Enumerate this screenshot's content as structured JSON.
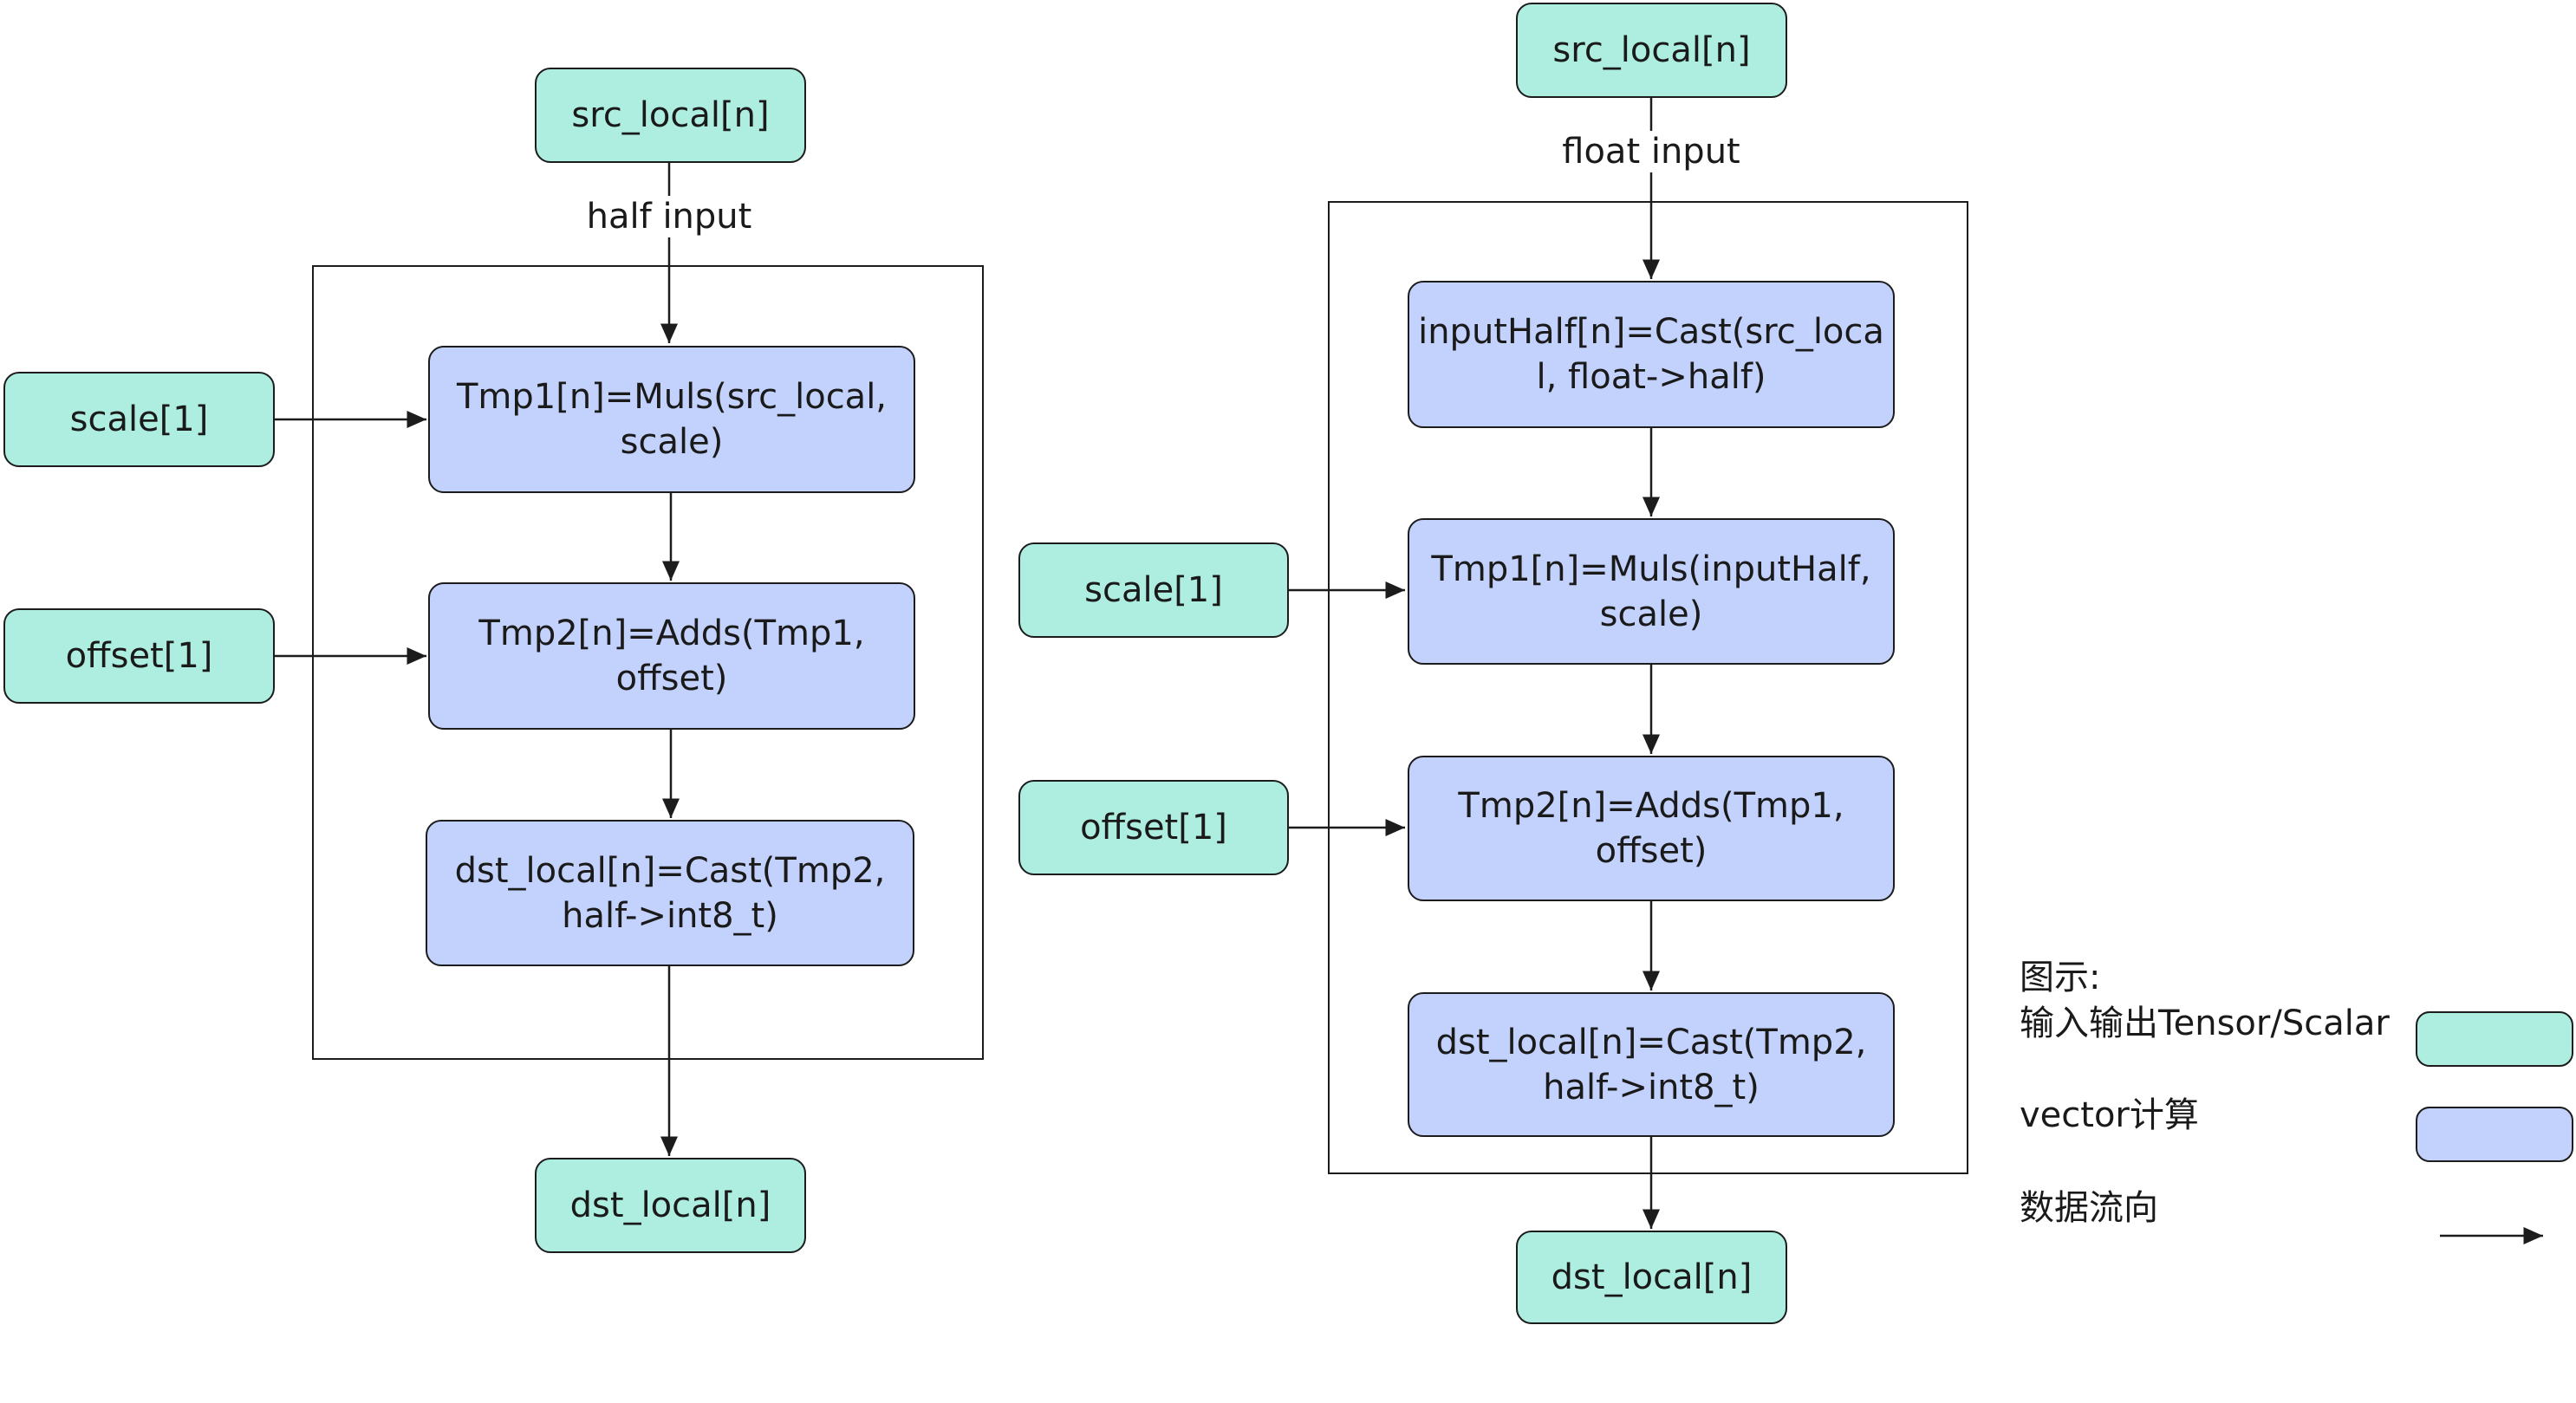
{
  "left": {
    "src": "src_local[n]",
    "edge_label": "half input",
    "scale": "scale[1]",
    "offset": "offset[1]",
    "steps": [
      "Tmp1[n]=Muls(src_local,\nscale)",
      "Tmp2[n]=Adds(Tmp1,\noffset)",
      "dst_local[n]=Cast(Tmp2,\nhalf->int8_t)"
    ],
    "dst": "dst_local[n]"
  },
  "right": {
    "src": "src_local[n]",
    "edge_label": "float input",
    "scale": "scale[1]",
    "offset": "offset[1]",
    "steps": [
      "inputHalf[n]=Cast(src_loca\nl, float->half)",
      "Tmp1[n]=Muls(inputHalf,\nscale)",
      "Tmp2[n]=Adds(Tmp1,\noffset)",
      "dst_local[n]=Cast(Tmp2,\nhalf->int8_t)"
    ],
    "dst": "dst_local[n]"
  },
  "legend": {
    "title": "图示:",
    "io_label": "输入输出Tensor/Scalar",
    "vector_label": "vector计算",
    "flow_label": "数据流向"
  },
  "colors": {
    "io_fill": "#aeeee0",
    "vector_fill": "#c3d2fc",
    "stroke": "#1c1c1c"
  }
}
